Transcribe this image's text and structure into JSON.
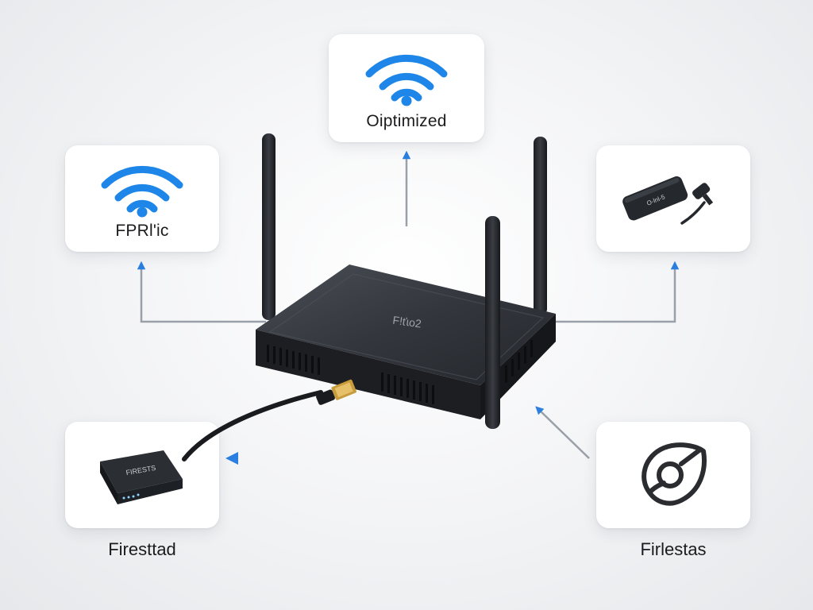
{
  "colors": {
    "wifi_blue": "#1e86e8",
    "arrow_blue": "#2a7fe0",
    "line_gray": "#9aa0a8",
    "device_dark": "#25282d"
  },
  "nodes": {
    "top": {
      "label": "Oiptimized",
      "icon": "wifi-icon"
    },
    "left": {
      "label": "FPRl'ic",
      "icon": "wifi-icon"
    },
    "right": {
      "icon": "usb-adapter-icon",
      "device_text": "O-lnl-5"
    },
    "bottom_left": {
      "label": "Firesttad",
      "icon": "receiver-device-icon",
      "device_text": "FIRESTS"
    },
    "bottom_right": {
      "label": "Firlestas",
      "icon": "satellite-dish-icon"
    }
  },
  "router": {
    "brand_text": "F!ťɩo2"
  }
}
